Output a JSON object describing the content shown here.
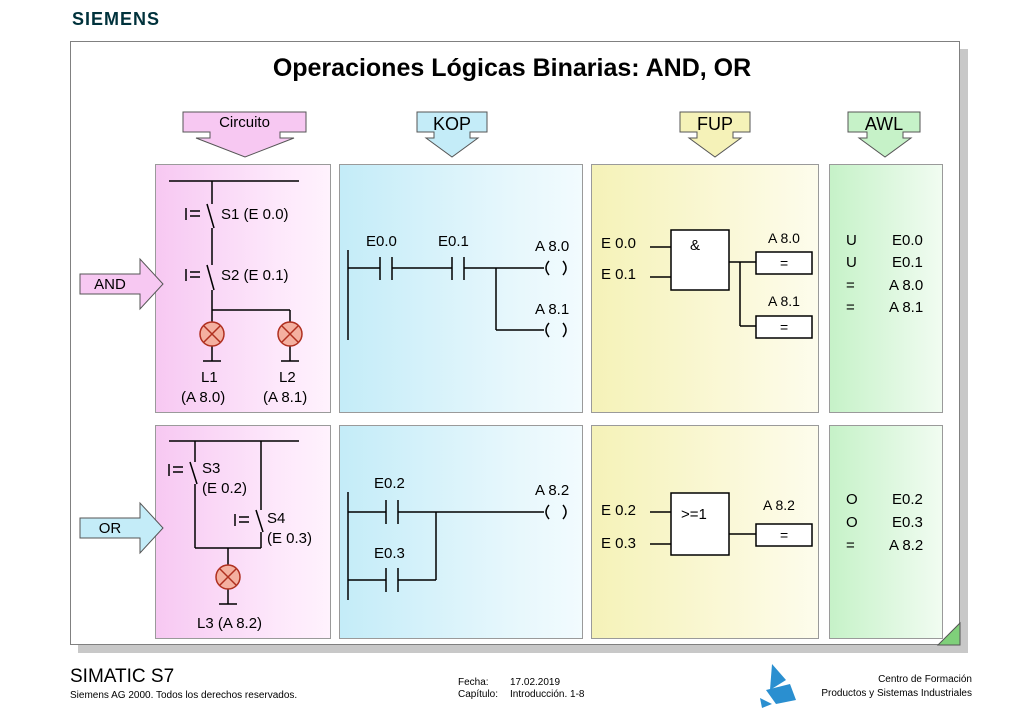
{
  "brand": "SIEMENS",
  "title": "Operaciones Lógicas Binarias: AND, OR",
  "headers": {
    "circuito": "Circuito",
    "kop": "KOP",
    "fup": "FUP",
    "awl": "AWL"
  },
  "rows": {
    "and": "AND",
    "or": "OR"
  },
  "circuit_and": {
    "s1": "S1 (E 0.0)",
    "s2": "S2 (E 0.1)",
    "l1": "L1",
    "l1_addr": "(A 8.0)",
    "l2": "L2",
    "l2_addr": "(A 8.1)"
  },
  "circuit_or": {
    "s3": "S3",
    "s3_addr": "(E 0.2)",
    "s4": "S4",
    "s4_addr": "(E 0.3)",
    "l3": "L3 (A 8.2)"
  },
  "kop_and": {
    "c1": "E0.0",
    "c2": "E0.1",
    "o1": "A 8.0",
    "o2": "A 8.1"
  },
  "kop_or": {
    "c1": "E0.2",
    "c2": "E0.3",
    "o1": "A 8.2"
  },
  "fup_and": {
    "in1": "E 0.0",
    "in2": "E 0.1",
    "gate": "&",
    "out1": "A 8.0",
    "out2": "A 8.1",
    "assign": "="
  },
  "fup_or": {
    "in1": "E 0.2",
    "in2": "E 0.3",
    "gate": ">=1",
    "out1": "A 8.2",
    "assign": "="
  },
  "awl_and": [
    [
      "U",
      "E0.0"
    ],
    [
      "U",
      "E0.1"
    ],
    [
      "=",
      "A 8.0"
    ],
    [
      "=",
      "A 8.1"
    ]
  ],
  "awl_or": [
    [
      "O",
      "E0.2"
    ],
    [
      "O",
      "E0.3"
    ],
    [
      "=",
      "A 8.2"
    ]
  ],
  "footer": {
    "product": "SIMATIC S7",
    "copyright": "Siemens AG 2000. Todos los derechos reservados.",
    "fecha_label": "Fecha:",
    "fecha": "17.02.2019",
    "capitulo_label": "Capítulo:",
    "capitulo": "Introducción. 1-8",
    "centro1": "Centro de Formación",
    "centro2": "Productos y Sistemas Industriales"
  },
  "colors": {
    "arrow_pink": "#f7c8f2",
    "arrow_cyan": "#c4ecf8",
    "arrow_yellow": "#f5f2b8",
    "arrow_green": "#c6f2c8",
    "lamp": "#e05a3a",
    "brand": "#00323c"
  }
}
